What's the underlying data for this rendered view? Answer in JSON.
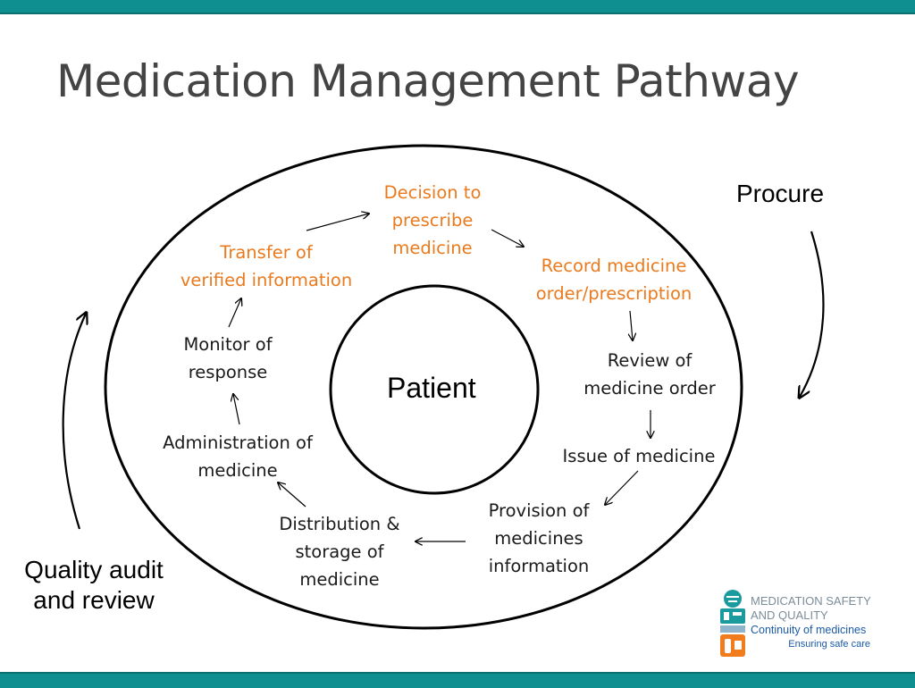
{
  "slide": {
    "title": "Medication Management Pathway",
    "top_bar_color": "#0f8f8f",
    "bottom_bar_color": "#0f8f8f"
  },
  "diagram": {
    "center": "Patient",
    "steps": [
      {
        "text": "Decision to\nprescribe\nmedicine",
        "color": "#ea7a1e"
      },
      {
        "text": "Record medicine\norder/prescription",
        "color": "#ea7a1e"
      },
      {
        "text": "Review of\nmedicine order",
        "color": "#1a1a1a"
      },
      {
        "text": "Issue of medicine",
        "color": "#1a1a1a"
      },
      {
        "text": "Provision of\nmedicines\ninformation",
        "color": "#1a1a1a"
      },
      {
        "text": "Distribution &\nstorage of\nmedicine",
        "color": "#1a1a1a"
      },
      {
        "text": "Administration of\nmedicine",
        "color": "#1a1a1a"
      },
      {
        "text": "Monitor of\nresponse",
        "color": "#1a1a1a"
      },
      {
        "text": "Transfer of\nverified information",
        "color": "#ea7a1e"
      }
    ],
    "outer_labels": {
      "procure": "Procure",
      "quality": "Quality audit\nand review"
    }
  },
  "logo": {
    "line1": "MEDICATION SAFETY",
    "line2": "AND QUALITY",
    "line3": "Continuity of medicines",
    "line4": "Ensuring safe care"
  }
}
